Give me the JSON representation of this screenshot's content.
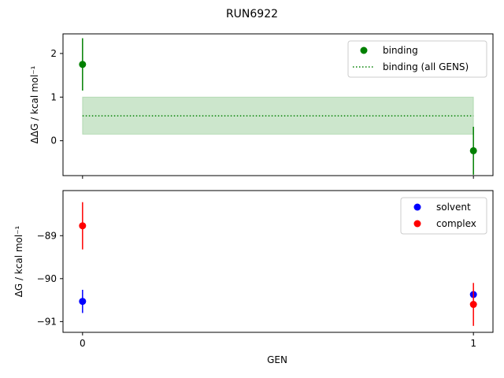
{
  "figure": {
    "title": "RUN6922",
    "xlabel": "GEN"
  },
  "chart_data": [
    {
      "type": "scatter",
      "title": "RUN6922",
      "ylabel": "ΔΔG / kcal mol⁻¹",
      "xticks": [
        "0",
        "1"
      ],
      "yticks": [
        "2",
        "1",
        "0"
      ],
      "xlim": [
        -0.05,
        1.05
      ],
      "ylim": [
        -0.8,
        2.45
      ],
      "series": [
        {
          "name": "binding",
          "color": "#008000",
          "x": [
            0,
            1
          ],
          "y": [
            1.75,
            -0.23
          ],
          "err": [
            0.6,
            0.55
          ]
        }
      ],
      "band": {
        "name": "binding (all GENS)",
        "color": "#008000",
        "mean": 0.57,
        "low": 0.15,
        "high": 1.0,
        "xrange": [
          0,
          1
        ]
      },
      "legend": {
        "placement": "top-right",
        "entries": [
          "binding",
          "binding (all GENS)"
        ]
      }
    },
    {
      "type": "scatter",
      "xlabel": "GEN",
      "ylabel": "ΔG / kcal mol⁻¹",
      "xticks": [
        "0",
        "1"
      ],
      "yticks": [
        "-89",
        "-90",
        "-91"
      ],
      "xlim": [
        -0.05,
        1.05
      ],
      "ylim": [
        -91.25,
        -87.95
      ],
      "series": [
        {
          "name": "solvent",
          "color": "#0000ff",
          "x": [
            0,
            1
          ],
          "y": [
            -90.53,
            -90.37
          ],
          "err": [
            0.27,
            0.0
          ]
        },
        {
          "name": "complex",
          "color": "#ff0000",
          "x": [
            0,
            1
          ],
          "y": [
            -88.77,
            -90.6
          ],
          "err": [
            0.55,
            0.5
          ]
        }
      ],
      "legend": {
        "placement": "top-right",
        "entries": [
          "solvent",
          "complex"
        ]
      }
    }
  ]
}
